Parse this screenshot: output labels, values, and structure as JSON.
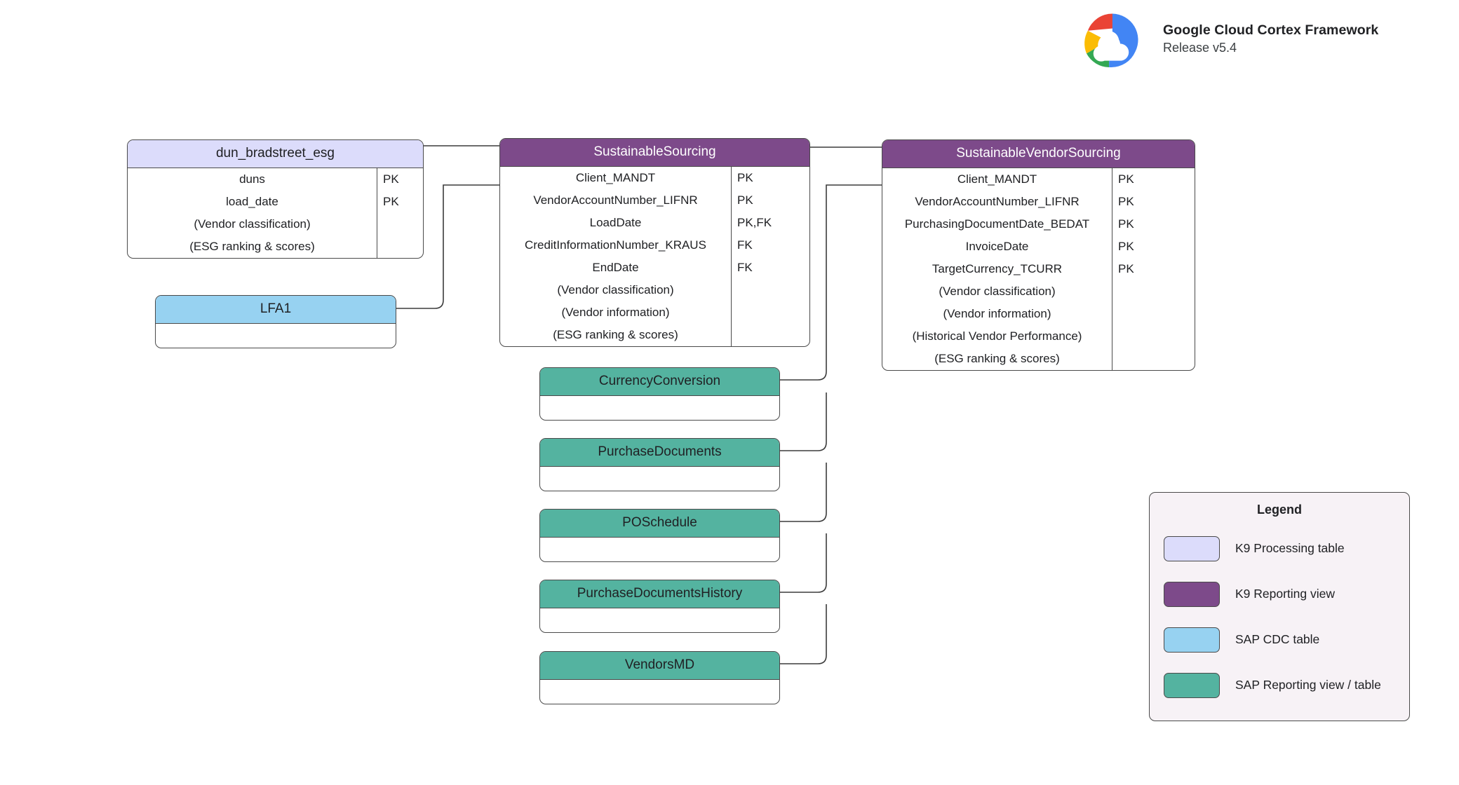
{
  "brand": {
    "logo_icon": "google-cloud-logo",
    "title": "Google Cloud Cortex Framework",
    "release": "Release v5.4"
  },
  "colors": {
    "k9_processing_table": "#dcdcfb",
    "k9_reporting_view": "#7d4a8a",
    "sap_cdc_table": "#97d2f1",
    "sap_reporting_view": "#54b3a0",
    "legend_background": "#f7f2f6",
    "border": "#4a4a4a",
    "connector": "#3b3b3b"
  },
  "entities": [
    {
      "id": "dun_bradstreet_esg",
      "name": "dun_bradstreet_esg",
      "type": "k9-processing-table",
      "fields": [
        {
          "name": "duns",
          "key": "PK"
        },
        {
          "name": "load_date",
          "key": "PK"
        },
        {
          "name": "(Vendor classification)",
          "key": ""
        },
        {
          "name": "(ESG ranking & scores)",
          "key": ""
        }
      ]
    },
    {
      "id": "lfa1",
      "name": "LFA1",
      "type": "sap-cdc-table",
      "fields": []
    },
    {
      "id": "sustainable_sourcing",
      "name": "SustainableSourcing",
      "type": "k9-reporting-view",
      "fields": [
        {
          "name": "Client_MANDT",
          "key": "PK"
        },
        {
          "name": "VendorAccountNumber_LIFNR",
          "key": "PK"
        },
        {
          "name": "LoadDate",
          "key": "PK,FK"
        },
        {
          "name": "CreditInformationNumber_KRAUS",
          "key": "FK"
        },
        {
          "name": "EndDate",
          "key": "FK"
        },
        {
          "name": "(Vendor classification)",
          "key": ""
        },
        {
          "name": "(Vendor information)",
          "key": ""
        },
        {
          "name": "(ESG ranking & scores)",
          "key": ""
        }
      ]
    },
    {
      "id": "sustainable_vendor_sourcing",
      "name": "SustainableVendorSourcing",
      "type": "k9-reporting-view",
      "fields": [
        {
          "name": "Client_MANDT",
          "key": "PK"
        },
        {
          "name": "VendorAccountNumber_LIFNR",
          "key": "PK"
        },
        {
          "name": "PurchasingDocumentDate_BEDAT",
          "key": "PK"
        },
        {
          "name": "InvoiceDate",
          "key": "PK"
        },
        {
          "name": "TargetCurrency_TCURR",
          "key": "PK"
        },
        {
          "name": "(Vendor classification)",
          "key": ""
        },
        {
          "name": "(Vendor information)",
          "key": ""
        },
        {
          "name": "(Historical Vendor Performance)",
          "key": ""
        },
        {
          "name": "(ESG ranking & scores)",
          "key": ""
        }
      ]
    },
    {
      "id": "currency_conversion",
      "name": "CurrencyConversion",
      "type": "sap-reporting-view",
      "fields": []
    },
    {
      "id": "purchase_documents",
      "name": "PurchaseDocuments",
      "type": "sap-reporting-view",
      "fields": []
    },
    {
      "id": "po_schedule",
      "name": "POSchedule",
      "type": "sap-reporting-view",
      "fields": []
    },
    {
      "id": "purchase_documents_history",
      "name": "PurchaseDocumentsHistory",
      "type": "sap-reporting-view",
      "fields": []
    },
    {
      "id": "vendors_md",
      "name": "VendorsMD",
      "type": "sap-reporting-view",
      "fields": []
    }
  ],
  "legend": {
    "title": "Legend",
    "items": [
      {
        "label": "K9 Processing table",
        "color": "#dcdcfb"
      },
      {
        "label": "K9 Reporting view",
        "color": "#7d4a8a"
      },
      {
        "label": "SAP CDC table",
        "color": "#97d2f1"
      },
      {
        "label": "SAP Reporting view / table",
        "color": "#54b3a0"
      }
    ]
  }
}
